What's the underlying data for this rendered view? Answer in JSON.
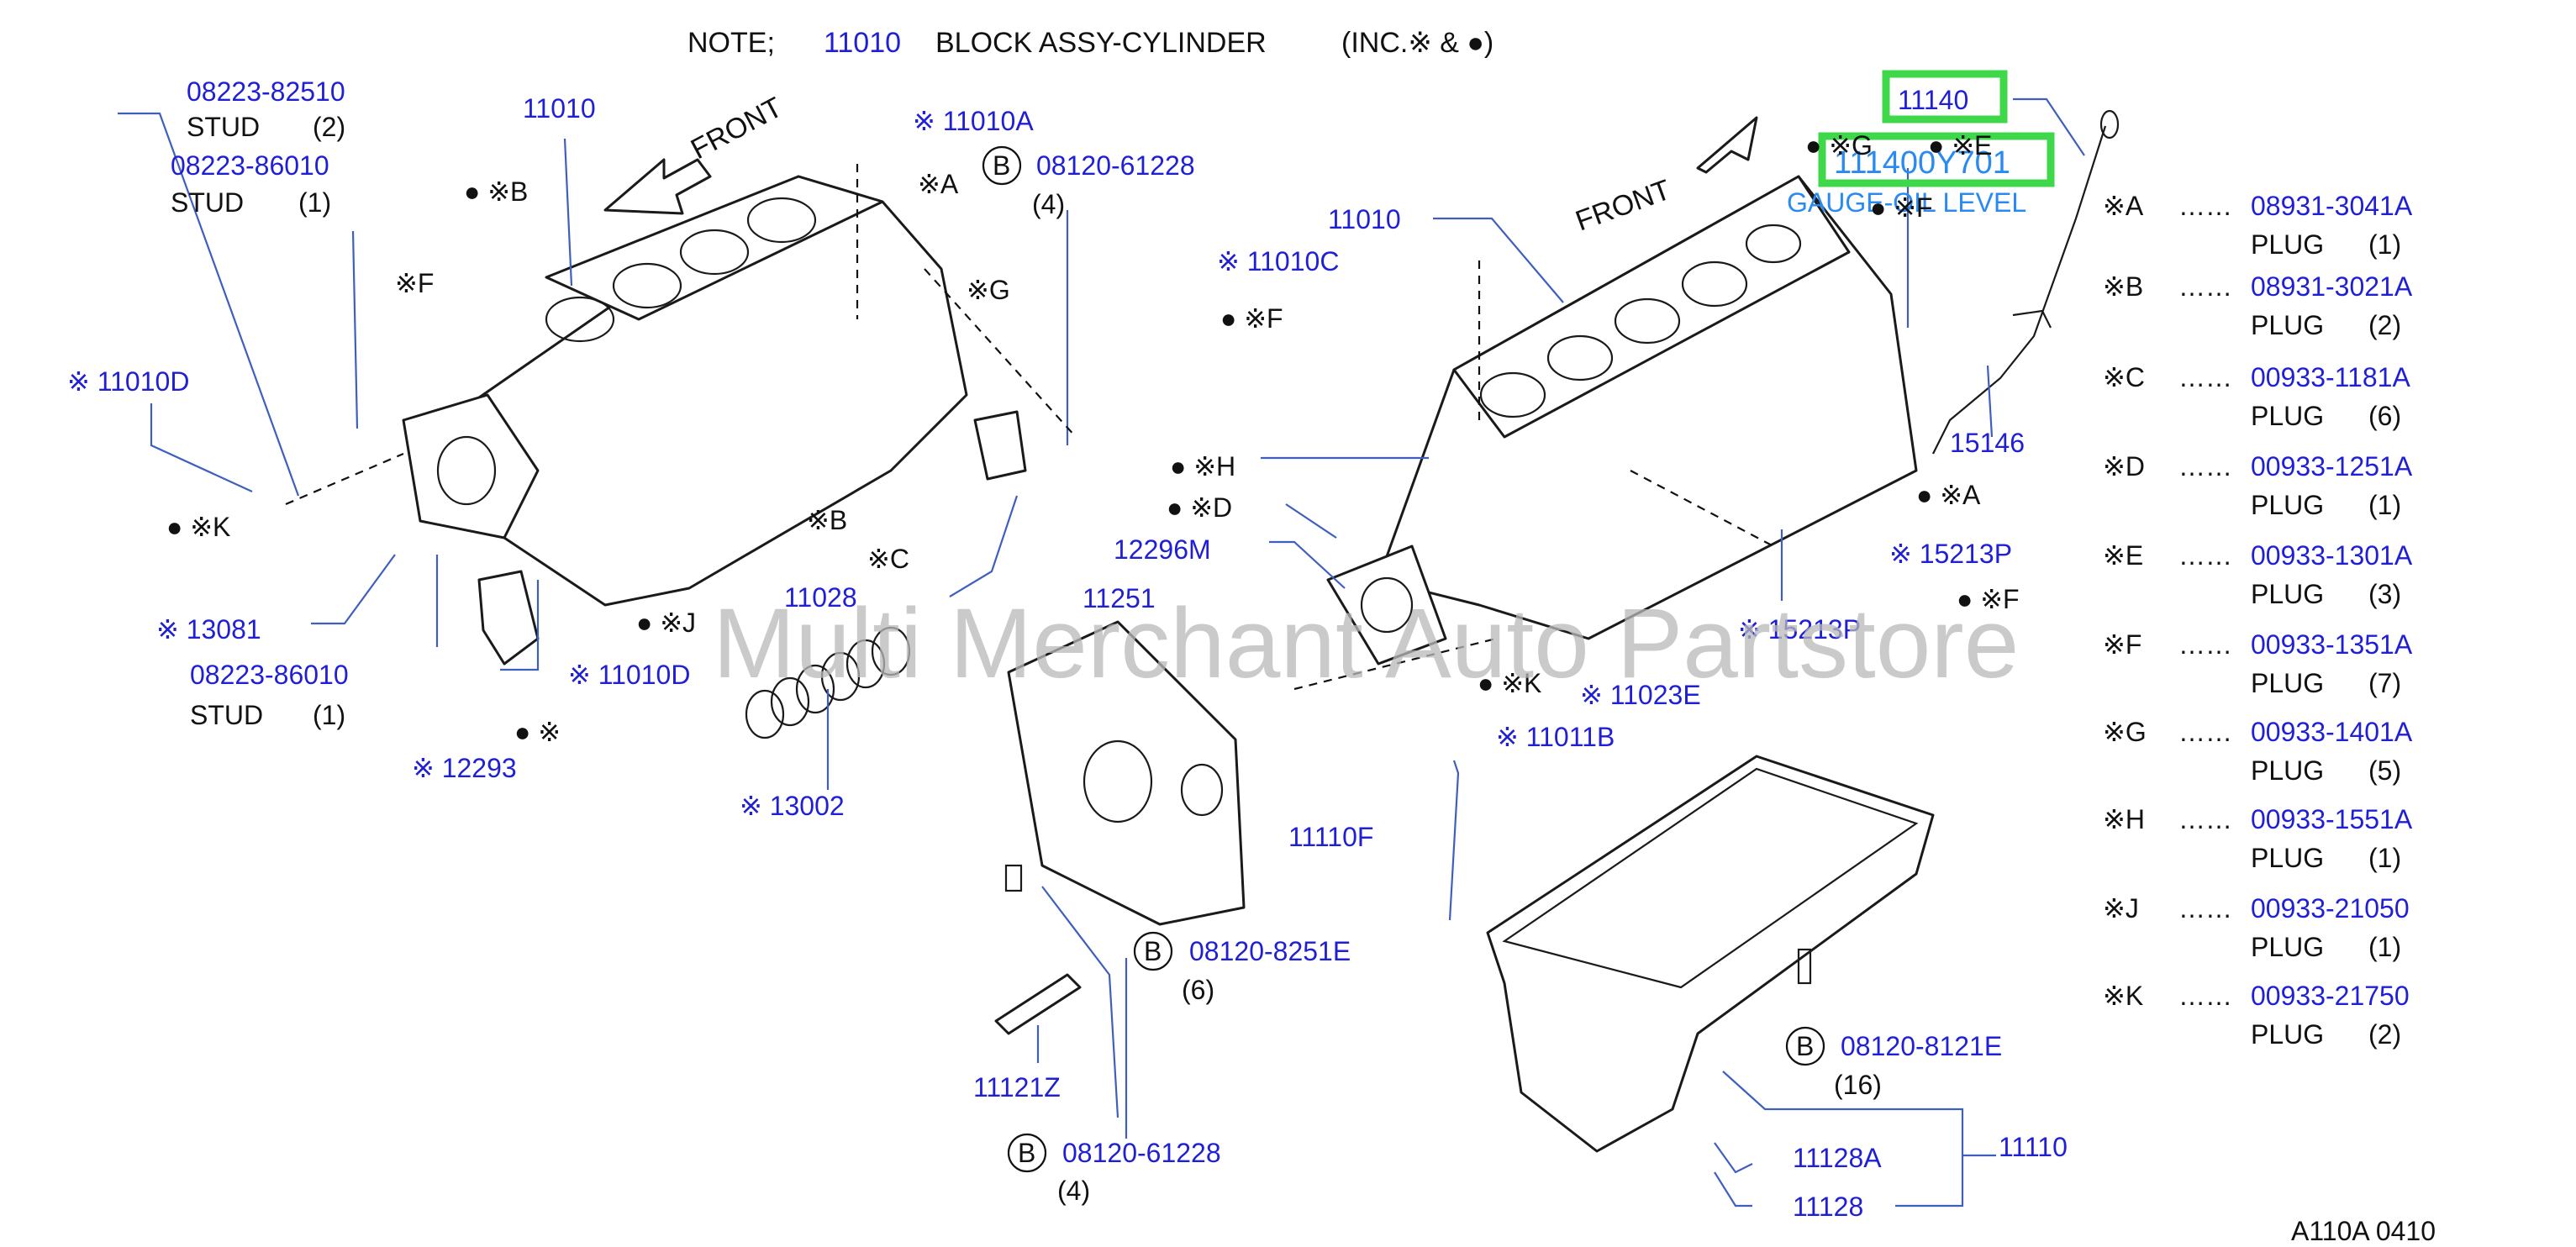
{
  "note": {
    "prefix": "NOTE;",
    "part": "11010",
    "desc": "BLOCK ASSY-CYLINDER",
    "inc": "(INC.※ &  ●)"
  },
  "front_labels": [
    "FRONT",
    "FRONT"
  ],
  "watermark": "Multi Merchant Auto Partstore",
  "diagram_code": "A110A  0410",
  "colors": {
    "part_blue": "#1f1fd6",
    "link_blue": "#2a8af0",
    "highlight": "#3fd84a",
    "watermark": "#b9b9b9"
  },
  "callouts_left": [
    {
      "num": "08223-82510",
      "desc": "STUD",
      "qty": "(2)"
    },
    {
      "num": "08223-86010",
      "desc": "STUD",
      "qty": "(1)"
    },
    {
      "num": "11010"
    },
    {
      "num": "※ 11010A"
    },
    {
      "mark": "B",
      "num": "08120-61228",
      "qty": "(4)"
    },
    {
      "sym": "● ※B"
    },
    {
      "sym": "※A"
    },
    {
      "sym": "※F"
    },
    {
      "sym": "※G"
    },
    {
      "num": "※ 11010D"
    },
    {
      "sym": "●  ※K"
    },
    {
      "sym": "※B"
    },
    {
      "sym": "※C"
    },
    {
      "num": "11028"
    },
    {
      "sym": "●  ※J"
    },
    {
      "num": "※ 13081"
    },
    {
      "num": "08223-86010",
      "desc": "STUD",
      "qty": "(1)"
    },
    {
      "num": "※ 11010D"
    },
    {
      "sym": "●  ※"
    },
    {
      "num": "※ 12293"
    },
    {
      "num": "※ 13002"
    }
  ],
  "callouts_center": [
    {
      "num": "11010"
    },
    {
      "num": "※ 11010C"
    },
    {
      "sym": "●  ※F"
    },
    {
      "sym": "●  ※H"
    },
    {
      "sym": "●  ※D"
    },
    {
      "num": "12296M"
    },
    {
      "num": "11251"
    },
    {
      "sym": "●  ※K"
    },
    {
      "num": "※ 11023E"
    },
    {
      "num": "※ 11011B"
    },
    {
      "num": "11110F"
    },
    {
      "mark": "B",
      "num": "08120-8251E",
      "qty": "(6)"
    },
    {
      "num": "11121Z"
    },
    {
      "mark": "B",
      "num": "08120-61228",
      "qty": "(4)"
    }
  ],
  "callouts_right": [
    {
      "num": "11140"
    },
    {
      "num": "111400Y701"
    },
    {
      "text": "GAUGE-OIL LEVEL"
    },
    {
      "sym": "● ※G"
    },
    {
      "sym": "● ※E"
    },
    {
      "sym": "● ※F"
    },
    {
      "num": "15146"
    },
    {
      "sym": "●  ※A"
    },
    {
      "num": "※ 15213P"
    },
    {
      "num": "※ 15213P"
    },
    {
      "sym": "●  ※F"
    },
    {
      "mark": "B",
      "num": "08120-8121E",
      "qty": "(16)"
    },
    {
      "num": "11128A"
    },
    {
      "num": "11110"
    },
    {
      "num": "11128"
    }
  ],
  "plug_legend": [
    {
      "key": "※A",
      "dots": "……",
      "part": "08931-3041A",
      "desc": "PLUG",
      "qty": "(1)"
    },
    {
      "key": "※B",
      "dots": "……",
      "part": "08931-3021A",
      "desc": "PLUG",
      "qty": "(2)"
    },
    {
      "key": "※C",
      "dots": "……",
      "part": "00933-1181A",
      "desc": "PLUG",
      "qty": "(6)"
    },
    {
      "key": "※D",
      "dots": "……",
      "part": "00933-1251A",
      "desc": "PLUG",
      "qty": "(1)"
    },
    {
      "key": "※E",
      "dots": "……",
      "part": "00933-1301A",
      "desc": "PLUG",
      "qty": "(3)"
    },
    {
      "key": "※F",
      "dots": "……",
      "part": "00933-1351A",
      "desc": "PLUG",
      "qty": "(7)"
    },
    {
      "key": "※G",
      "dots": "……",
      "part": "00933-1401A",
      "desc": "PLUG",
      "qty": "(5)"
    },
    {
      "key": "※H",
      "dots": "……",
      "part": "00933-1551A",
      "desc": "PLUG",
      "qty": "(1)"
    },
    {
      "key": "※J",
      "dots": "……",
      "part": "00933-21050",
      "desc": "PLUG",
      "qty": "(1)"
    },
    {
      "key": "※K",
      "dots": "……",
      "part": "00933-21750",
      "desc": "PLUG",
      "qty": "(2)"
    }
  ]
}
